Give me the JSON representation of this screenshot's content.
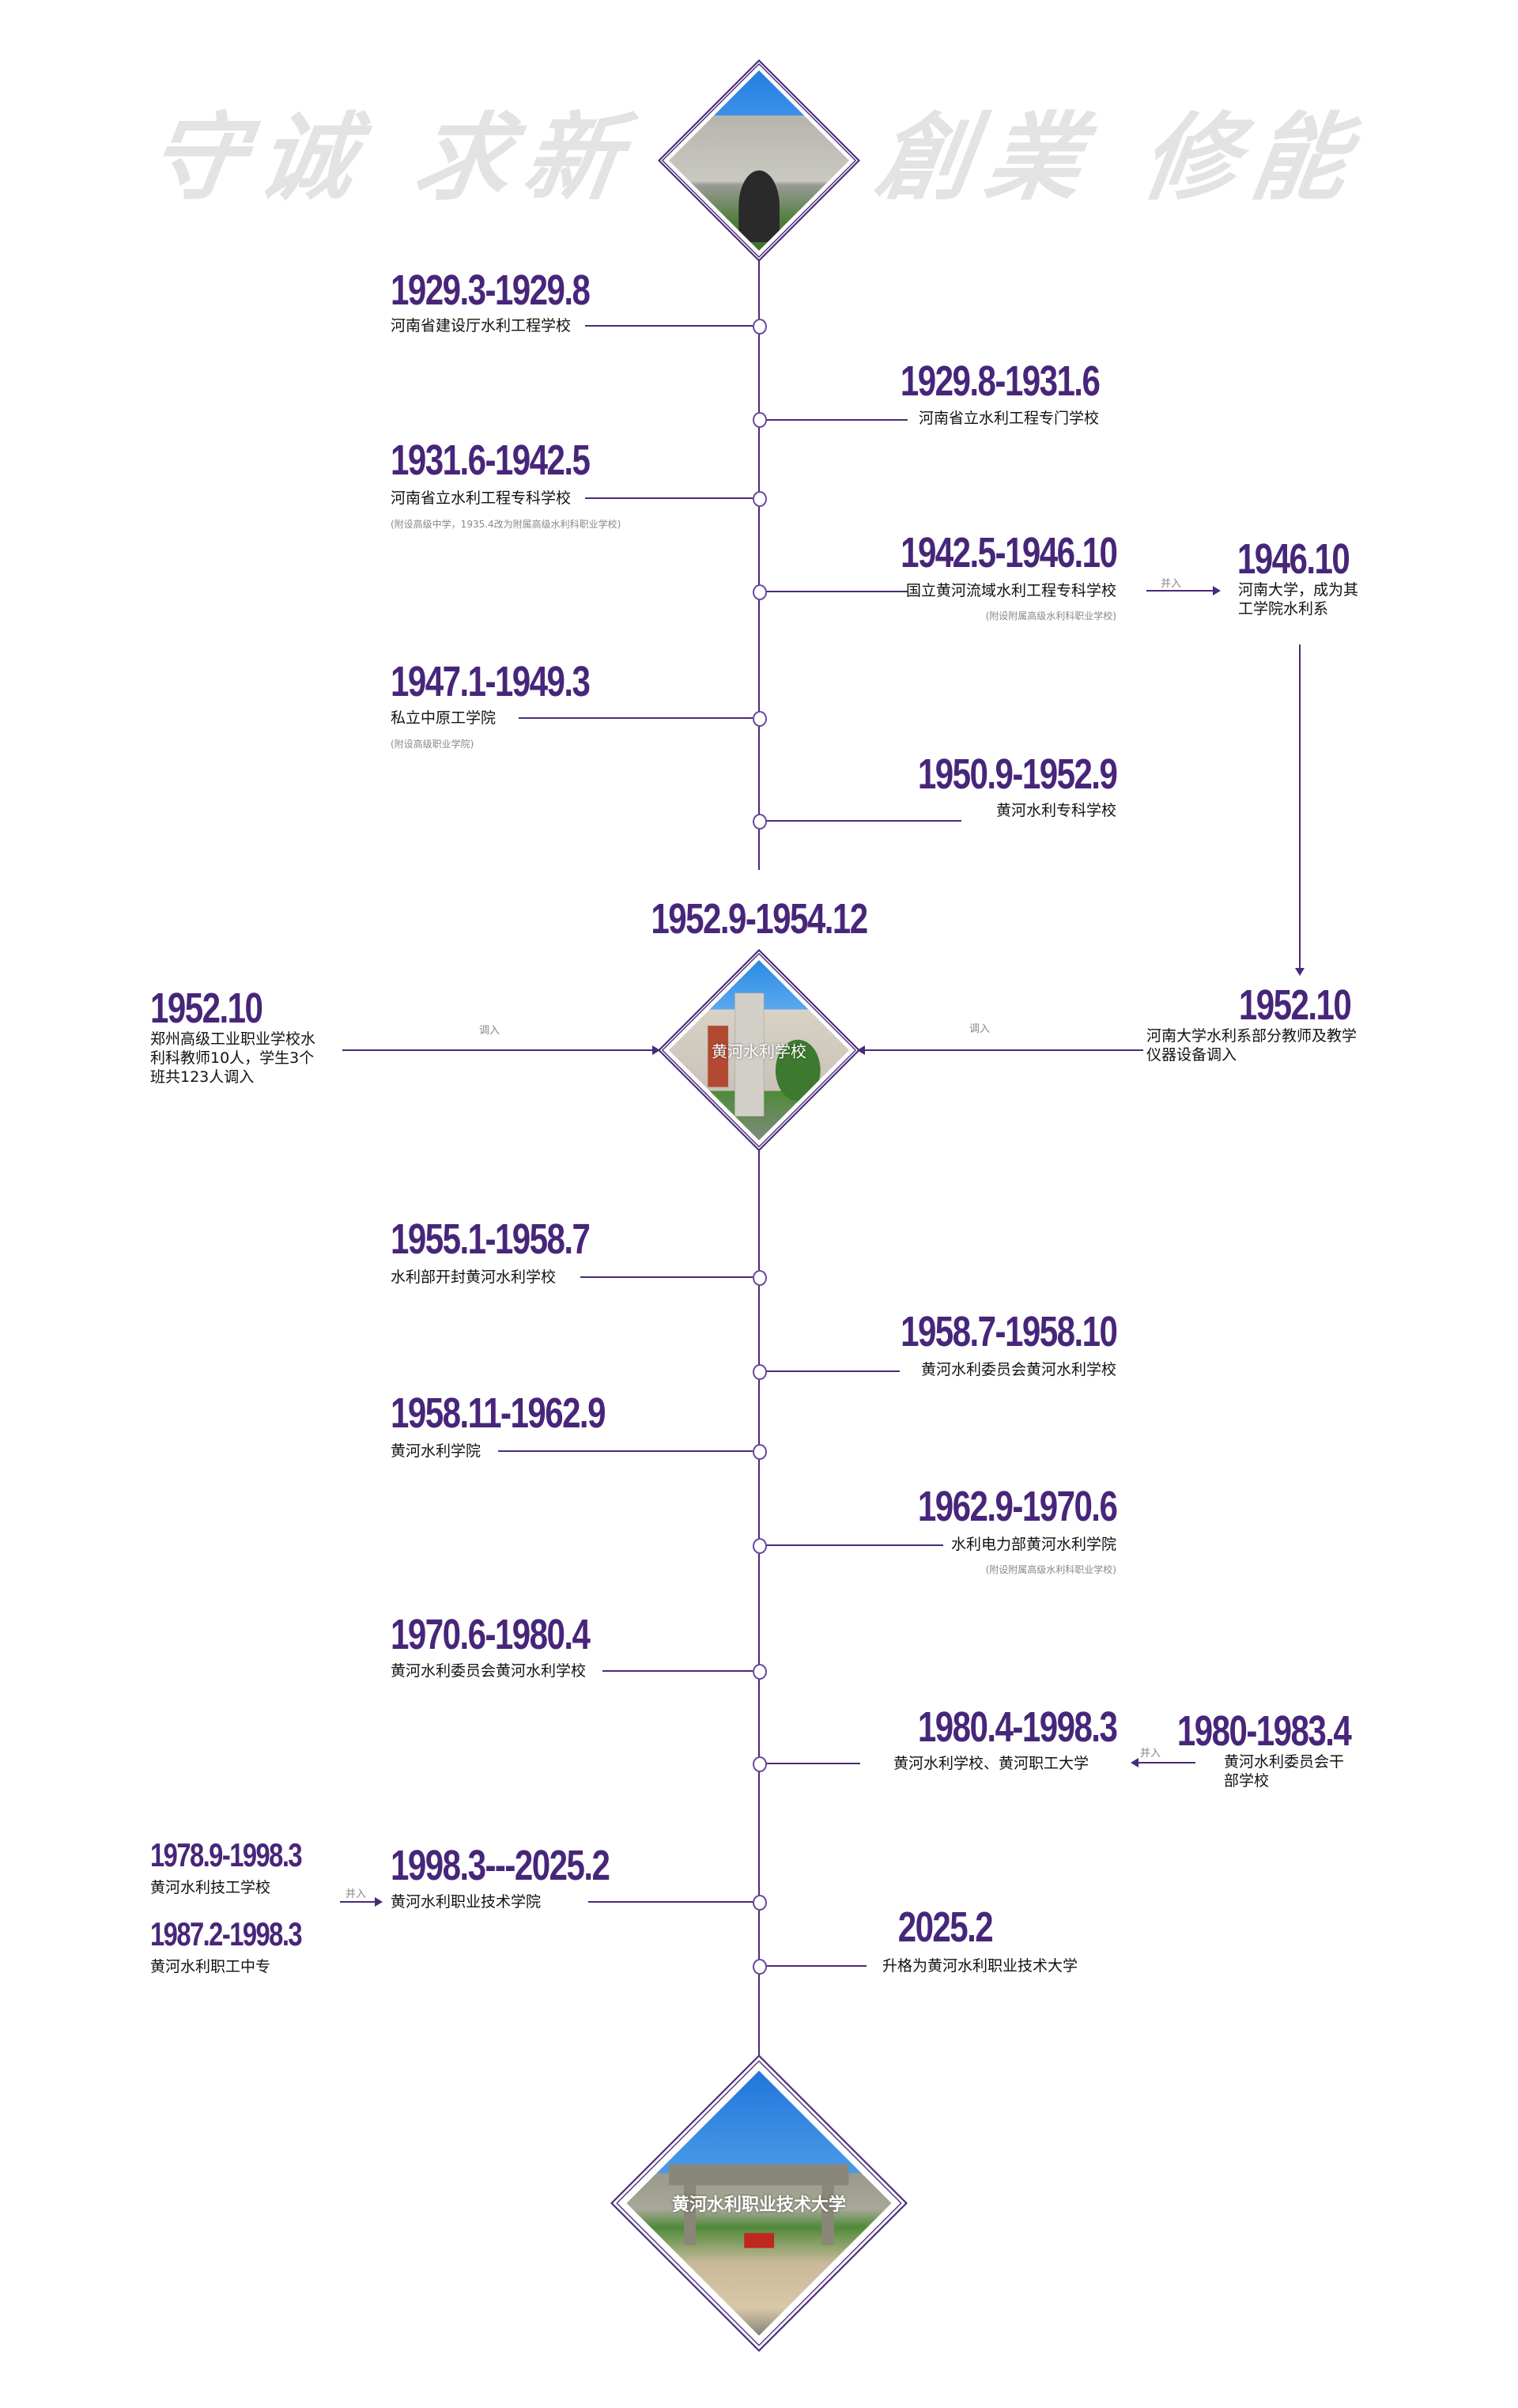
{
  "motto": {
    "left": "守诚 求新",
    "right": "創業 修能"
  },
  "colors": {
    "accent": "#47267a",
    "line": "#4a2a7a",
    "motto": "#e3e3e3",
    "note": "#888888"
  },
  "diamonds": {
    "top": {
      "image": "gate-photo",
      "caption": ""
    },
    "middle": {
      "image": "building-photo",
      "caption": "黄河水利学校"
    },
    "bottom": {
      "image": "campus-gate-photo",
      "caption": "黄河水利职业技术大学"
    }
  },
  "timeline": [
    {
      "date": "1929.3-1929.8",
      "name": "河南省建设厅水利工程学校",
      "note": "",
      "side": "left"
    },
    {
      "date": "1929.8-1931.6",
      "name": "河南省立水利工程专门学校",
      "note": "",
      "side": "right"
    },
    {
      "date": "1931.6-1942.5",
      "name": "河南省立水利工程专科学校",
      "note": "(附设高级中学，1935.4改为附属高级水利科职业学校)",
      "side": "left"
    },
    {
      "date": "1942.5-1946.10",
      "name": "国立黄河流域水利工程专科学校",
      "note": "(附设附属高级水利科职业学校)",
      "side": "right"
    },
    {
      "date": "1947.1-1949.3",
      "name": "私立中原工学院",
      "note": "(附设高级职业学院)",
      "side": "left"
    },
    {
      "date": "1950.9-1952.9",
      "name": "黄河水利专科学校",
      "note": "",
      "side": "right"
    },
    {
      "date": "1952.9-1954.12",
      "name": "黄河水利学校",
      "note": "",
      "side": "center"
    },
    {
      "date": "1955.1-1958.7",
      "name": "水利部开封黄河水利学校",
      "note": "",
      "side": "left"
    },
    {
      "date": "1958.7-1958.10",
      "name": "黄河水利委员会黄河水利学校",
      "note": "",
      "side": "right"
    },
    {
      "date": "1958.11-1962.9",
      "name": "黄河水利学院",
      "note": "",
      "side": "left"
    },
    {
      "date": "1962.9-1970.6",
      "name": "水利电力部黄河水利学院",
      "note": "(附设附属高级水利科职业学校)",
      "side": "right"
    },
    {
      "date": "1970.6-1980.4",
      "name": "黄河水利委员会黄河水利学校",
      "note": "",
      "side": "left"
    },
    {
      "date": "1980.4-1998.3",
      "name": "黄河水利学校、黄河职工大学",
      "note": "",
      "side": "right"
    },
    {
      "date": "1998.3---2025.2",
      "name": "黄河水利职业技术学院",
      "note": "",
      "side": "left"
    },
    {
      "date": "2025.2",
      "name": "升格为黄河水利职业技术大学",
      "note": "",
      "side": "right"
    }
  ],
  "branches": {
    "henan_univ_1946": {
      "date": "1946.10",
      "name": "河南大学，成为其工学院水利系",
      "link_label": "并入"
    },
    "zhengzhou_1952": {
      "date": "1952.10",
      "name": "郑州高级工业职业学校水利科教师10人，学生3个班共123人调入",
      "link_label": "调入"
    },
    "henan_univ_1952": {
      "date": "1952.10",
      "name": "河南大学水利系部分教师及教学仪器设备调入",
      "link_label": "调入"
    },
    "cadre_school": {
      "date": "1980-1983.4",
      "name": "黄河水利委员会干部学校",
      "link_label": "并入"
    },
    "tech_school": {
      "date": "1978.9-1998.3",
      "name": "黄河水利技工学校"
    },
    "staff_school": {
      "date": "1987.2-1998.3",
      "name": "黄河水利职工中专"
    },
    "merge_1998_label": "并入"
  }
}
